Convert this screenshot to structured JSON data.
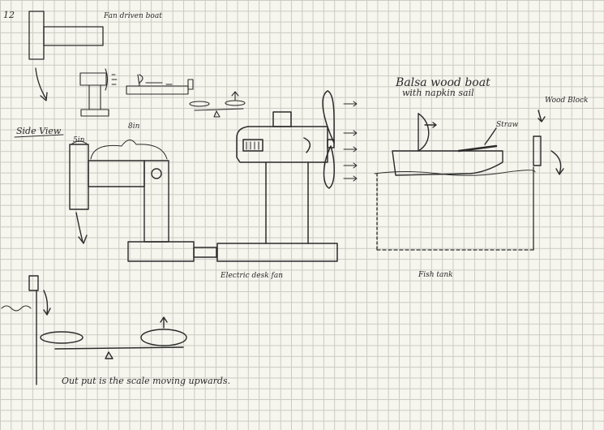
{
  "page": {
    "number": "12"
  },
  "labels": {
    "fan_driven_boat": "Fan driven boat",
    "side_view": "Side View",
    "dim_5in": "5in",
    "dim_8in": "8in",
    "electric_desk_fan": "Electric desk fan",
    "balsa_wood_boat": "Balsa wood boat",
    "with_napkin_sail": "with napkin sail",
    "straw": "Straw",
    "wood_block": "Wood Block",
    "fish_tank": "Fish tank",
    "output_note": "Out put is the scale moving upwards."
  },
  "colors": {
    "ink": "#2b2b2b",
    "grid": "#c9cbc2",
    "paper": "#f6f5ee"
  }
}
